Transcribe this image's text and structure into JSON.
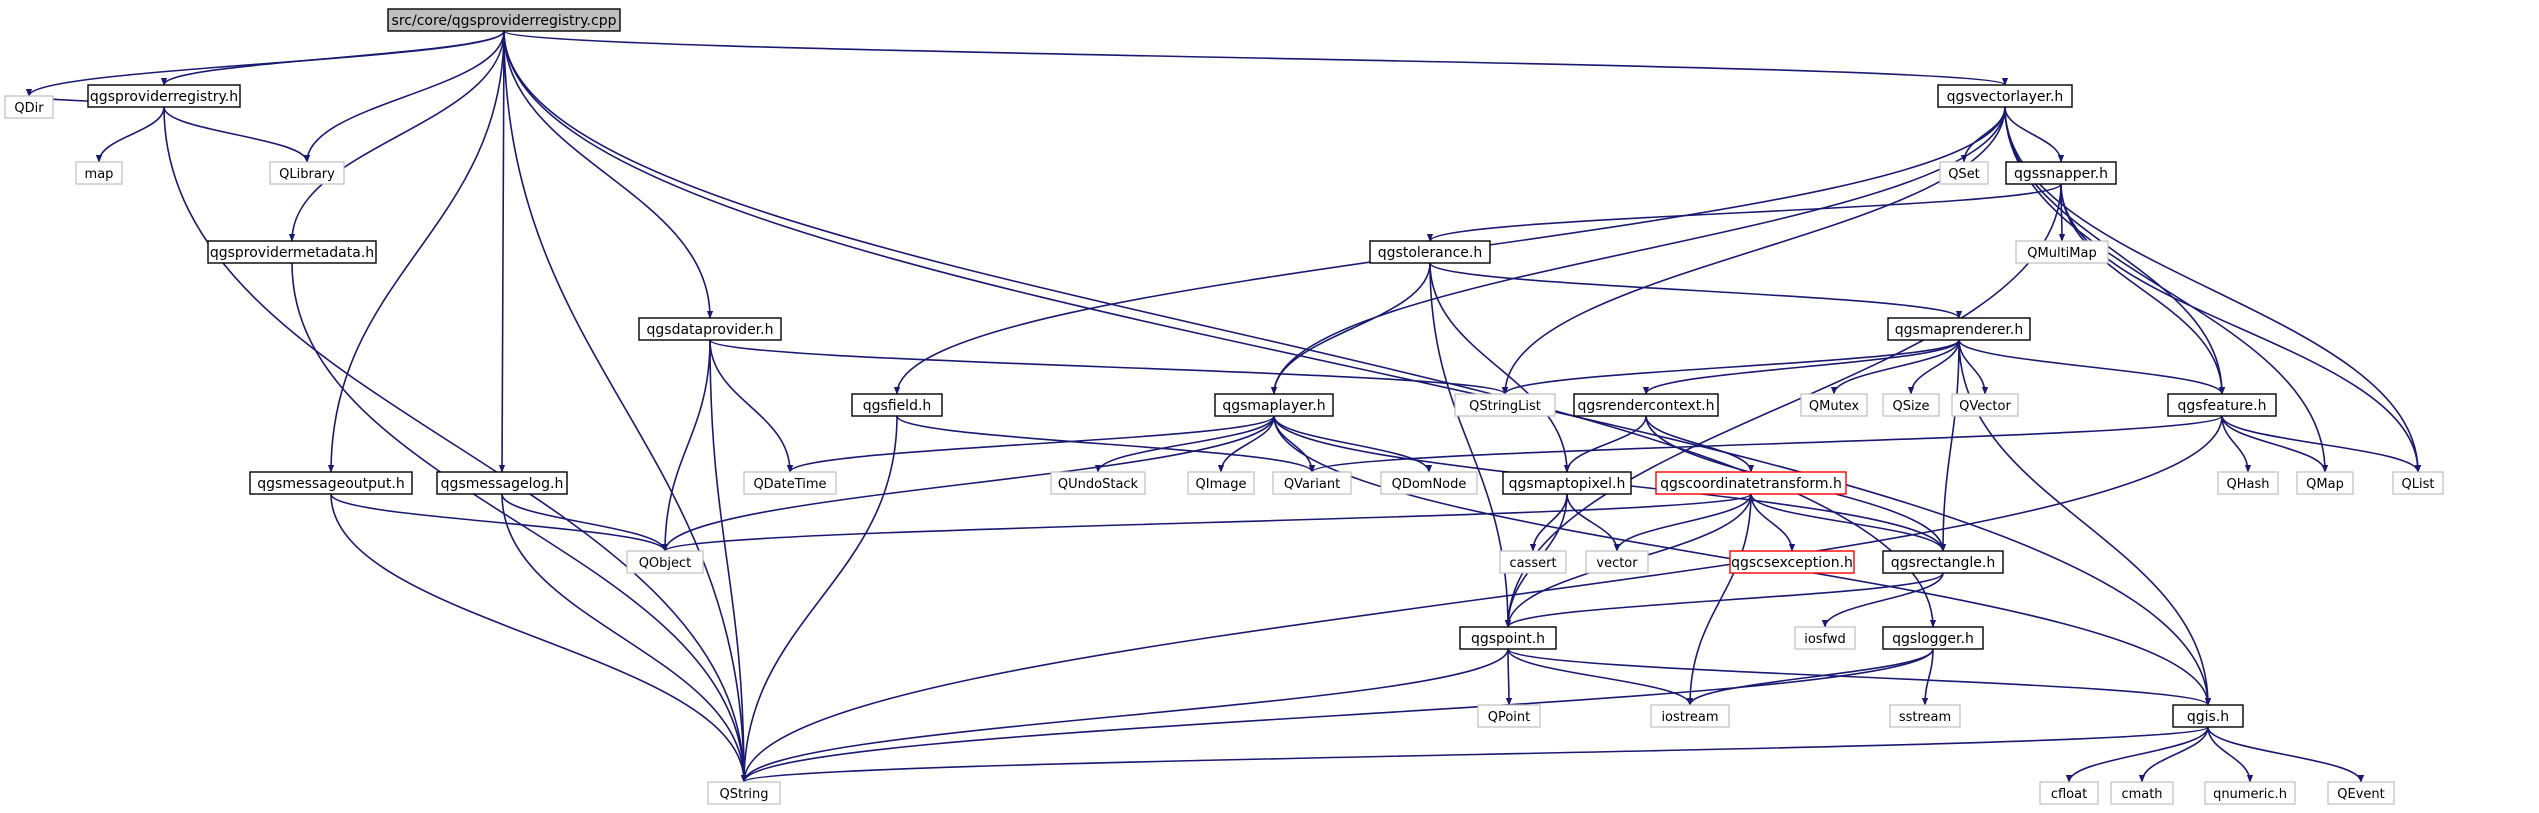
{
  "diagram": {
    "type": "include-dependency-graph",
    "colors": {
      "edge": "#191970",
      "box": "#000000",
      "external_box": "#bfbfbf",
      "root_fill": "#bfbfbf",
      "incomplete_box": "#ff0000"
    },
    "nodes": [
      {
        "id": "root",
        "label": "src/core/qgsproviderregistry.cpp",
        "kind": "root"
      },
      {
        "id": "qdir",
        "label": "QDir",
        "kind": "external"
      },
      {
        "id": "qgsproviderregistry_h",
        "label": "qgsproviderregistry.h",
        "kind": "header"
      },
      {
        "id": "map",
        "label": "map",
        "kind": "external"
      },
      {
        "id": "qlibrary",
        "label": "QLibrary",
        "kind": "external"
      },
      {
        "id": "qgsprovidermetadata_h",
        "label": "qgsprovidermetadata.h",
        "kind": "header"
      },
      {
        "id": "qgsdataprovider_h",
        "label": "qgsdataprovider.h",
        "kind": "header"
      },
      {
        "id": "qgsvectorlayer_h",
        "label": "qgsvectorlayer.h",
        "kind": "header"
      },
      {
        "id": "qset",
        "label": "QSet",
        "kind": "external"
      },
      {
        "id": "qgssnapper_h",
        "label": "qgssnapper.h",
        "kind": "header"
      },
      {
        "id": "qmultimap",
        "label": "QMultiMap",
        "kind": "external"
      },
      {
        "id": "qgstolerance_h",
        "label": "qgstolerance.h",
        "kind": "header"
      },
      {
        "id": "qgsmaprenderer_h",
        "label": "qgsmaprenderer.h",
        "kind": "header"
      },
      {
        "id": "qstringlist",
        "label": "QStringList",
        "kind": "external"
      },
      {
        "id": "qgsfield_h",
        "label": "qgsfield.h",
        "kind": "header"
      },
      {
        "id": "qgsmaplayer_h",
        "label": "qgsmaplayer.h",
        "kind": "header"
      },
      {
        "id": "qgsrendercontext_h",
        "label": "qgsrendercontext.h",
        "kind": "header"
      },
      {
        "id": "qmutex",
        "label": "QMutex",
        "kind": "external"
      },
      {
        "id": "qsize",
        "label": "QSize",
        "kind": "external"
      },
      {
        "id": "qvector",
        "label": "QVector",
        "kind": "external"
      },
      {
        "id": "qgsfeature_h",
        "label": "qgsfeature.h",
        "kind": "header"
      },
      {
        "id": "qgsmessageoutput_h",
        "label": "qgsmessageoutput.h",
        "kind": "header"
      },
      {
        "id": "qgsmessagelog_h",
        "label": "qgsmessagelog.h",
        "kind": "header"
      },
      {
        "id": "qdatetime",
        "label": "QDateTime",
        "kind": "external"
      },
      {
        "id": "qundostack",
        "label": "QUndoStack",
        "kind": "external"
      },
      {
        "id": "qimage",
        "label": "QImage",
        "kind": "external"
      },
      {
        "id": "qvariant",
        "label": "QVariant",
        "kind": "external"
      },
      {
        "id": "qdomnode",
        "label": "QDomNode",
        "kind": "external"
      },
      {
        "id": "qgsmaptopixel_h",
        "label": "qgsmaptopixel.h",
        "kind": "header"
      },
      {
        "id": "qgscoordinatetransform_h",
        "label": "qgscoordinatetransform.h",
        "kind": "incomplete"
      },
      {
        "id": "qhash",
        "label": "QHash",
        "kind": "external"
      },
      {
        "id": "qmap",
        "label": "QMap",
        "kind": "external"
      },
      {
        "id": "qlist",
        "label": "QList",
        "kind": "external"
      },
      {
        "id": "qobject",
        "label": "QObject",
        "kind": "external"
      },
      {
        "id": "cassert",
        "label": "cassert",
        "kind": "external"
      },
      {
        "id": "vector",
        "label": "vector",
        "kind": "external"
      },
      {
        "id": "qgscsexception_h",
        "label": "qgscsexception.h",
        "kind": "incomplete"
      },
      {
        "id": "qgsrectangle_h",
        "label": "qgsrectangle.h",
        "kind": "header"
      },
      {
        "id": "iosfwd",
        "label": "iosfwd",
        "kind": "external"
      },
      {
        "id": "qgspoint_h",
        "label": "qgspoint.h",
        "kind": "header"
      },
      {
        "id": "qgslogger_h",
        "label": "qgslogger.h",
        "kind": "header"
      },
      {
        "id": "qpoint",
        "label": "QPoint",
        "kind": "external"
      },
      {
        "id": "iostream",
        "label": "iostream",
        "kind": "external"
      },
      {
        "id": "sstream",
        "label": "sstream",
        "kind": "external"
      },
      {
        "id": "qgis_h",
        "label": "qgis.h",
        "kind": "header"
      },
      {
        "id": "qstring",
        "label": "QString",
        "kind": "external"
      },
      {
        "id": "cfloat",
        "label": "cfloat",
        "kind": "external"
      },
      {
        "id": "cmath",
        "label": "cmath",
        "kind": "external"
      },
      {
        "id": "qnumeric_h",
        "label": "qnumeric.h",
        "kind": "external"
      },
      {
        "id": "qevent",
        "label": "QEvent",
        "kind": "external"
      }
    ],
    "edges": [
      [
        "root",
        "qdir"
      ],
      [
        "root",
        "qgsproviderregistry_h"
      ],
      [
        "root",
        "qlibrary"
      ],
      [
        "root",
        "qgsprovidermetadata_h"
      ],
      [
        "root",
        "qgsdataprovider_h"
      ],
      [
        "root",
        "qgsvectorlayer_h"
      ],
      [
        "root",
        "qgsmessageoutput_h"
      ],
      [
        "root",
        "qgsmessagelog_h"
      ],
      [
        "root",
        "qstring"
      ],
      [
        "root",
        "qgslogger_h"
      ],
      [
        "root",
        "qgis_h"
      ],
      [
        "qgsproviderregistry_h",
        "qdir"
      ],
      [
        "qgsproviderregistry_h",
        "map"
      ],
      [
        "qgsproviderregistry_h",
        "qlibrary"
      ],
      [
        "qgsproviderregistry_h",
        "qstring"
      ],
      [
        "qgsprovidermetadata_h",
        "qstring"
      ],
      [
        "qgsdataprovider_h",
        "qstringlist"
      ],
      [
        "qgsdataprovider_h",
        "qdatetime"
      ],
      [
        "qgsdataprovider_h",
        "qobject"
      ],
      [
        "qgsdataprovider_h",
        "qstring"
      ],
      [
        "qgsvectorlayer_h",
        "qset"
      ],
      [
        "qgsvectorlayer_h",
        "qgssnapper_h"
      ],
      [
        "qgsvectorlayer_h",
        "qgsfield_h"
      ],
      [
        "qgsvectorlayer_h",
        "qgsmaplayer_h"
      ],
      [
        "qgsvectorlayer_h",
        "qstringlist"
      ],
      [
        "qgsvectorlayer_h",
        "qgsfeature_h"
      ],
      [
        "qgsvectorlayer_h",
        "qmap"
      ],
      [
        "qgsvectorlayer_h",
        "qlist"
      ],
      [
        "qgssnapper_h",
        "qmultimap"
      ],
      [
        "qgssnapper_h",
        "qgstolerance_h"
      ],
      [
        "qgssnapper_h",
        "qgspoint_h"
      ],
      [
        "qgssnapper_h",
        "qgsfeature_h"
      ],
      [
        "qgssnapper_h",
        "qlist"
      ],
      [
        "qgstolerance_h",
        "qgsmaprenderer_h"
      ],
      [
        "qgstolerance_h",
        "qgsmaplayer_h"
      ],
      [
        "qgstolerance_h",
        "qgsmaptopixel_h"
      ],
      [
        "qgstolerance_h",
        "qgspoint_h"
      ],
      [
        "qgsmaprenderer_h",
        "qstringlist"
      ],
      [
        "qgsmaprenderer_h",
        "qgsrendercontext_h"
      ],
      [
        "qgsmaprenderer_h",
        "qmutex"
      ],
      [
        "qgsmaprenderer_h",
        "qsize"
      ],
      [
        "qgsmaprenderer_h",
        "qvector"
      ],
      [
        "qgsmaprenderer_h",
        "qgsfeature_h"
      ],
      [
        "qgsmaprenderer_h",
        "qgsrectangle_h"
      ],
      [
        "qgsmaprenderer_h",
        "qgis_h"
      ],
      [
        "qgsfield_h",
        "qvariant"
      ],
      [
        "qgsfield_h",
        "qstring"
      ],
      [
        "qgsmaplayer_h",
        "qdatetime"
      ],
      [
        "qgsmaplayer_h",
        "qundostack"
      ],
      [
        "qgsmaplayer_h",
        "qimage"
      ],
      [
        "qgsmaplayer_h",
        "qvariant"
      ],
      [
        "qgsmaplayer_h",
        "qdomnode"
      ],
      [
        "qgsmaplayer_h",
        "qobject"
      ],
      [
        "qgsmaplayer_h",
        "qgsrectangle_h"
      ],
      [
        "qgsmaplayer_h",
        "qgis_h"
      ],
      [
        "qgsrendercontext_h",
        "qgsmaptopixel_h"
      ],
      [
        "qgsrendercontext_h",
        "qgscoordinatetransform_h"
      ],
      [
        "qgsrendercontext_h",
        "qgsrectangle_h"
      ],
      [
        "qgsfeature_h",
        "qvariant"
      ],
      [
        "qgsfeature_h",
        "qhash"
      ],
      [
        "qgsfeature_h",
        "qmap"
      ],
      [
        "qgsfeature_h",
        "qlist"
      ],
      [
        "qgsfeature_h",
        "qstring"
      ],
      [
        "qgsmessageoutput_h",
        "qobject"
      ],
      [
        "qgsmessageoutput_h",
        "qstring"
      ],
      [
        "qgsmessagelog_h",
        "qobject"
      ],
      [
        "qgsmessagelog_h",
        "qstring"
      ],
      [
        "qgsmaptopixel_h",
        "cassert"
      ],
      [
        "qgsmaptopixel_h",
        "vector"
      ],
      [
        "qgsmaptopixel_h",
        "qgspoint_h"
      ],
      [
        "qgscoordinatetransform_h",
        "qobject"
      ],
      [
        "qgscoordinatetransform_h",
        "vector"
      ],
      [
        "qgscoordinatetransform_h",
        "qgscsexception_h"
      ],
      [
        "qgscoordinatetransform_h",
        "qgsrectangle_h"
      ],
      [
        "qgscoordinatetransform_h",
        "qgspoint_h"
      ],
      [
        "qgscoordinatetransform_h",
        "iostream"
      ],
      [
        "qgsrectangle_h",
        "iosfwd"
      ],
      [
        "qgsrectangle_h",
        "qgspoint_h"
      ],
      [
        "qgspoint_h",
        "qpoint"
      ],
      [
        "qgspoint_h",
        "iostream"
      ],
      [
        "qgspoint_h",
        "qgis_h"
      ],
      [
        "qgspoint_h",
        "qstring"
      ],
      [
        "qgslogger_h",
        "iostream"
      ],
      [
        "qgslogger_h",
        "sstream"
      ],
      [
        "qgslogger_h",
        "qstring"
      ],
      [
        "qgis_h",
        "cfloat"
      ],
      [
        "qgis_h",
        "cmath"
      ],
      [
        "qgis_h",
        "qnumeric_h"
      ],
      [
        "qgis_h",
        "qevent"
      ],
      [
        "qgis_h",
        "qstring"
      ]
    ]
  }
}
